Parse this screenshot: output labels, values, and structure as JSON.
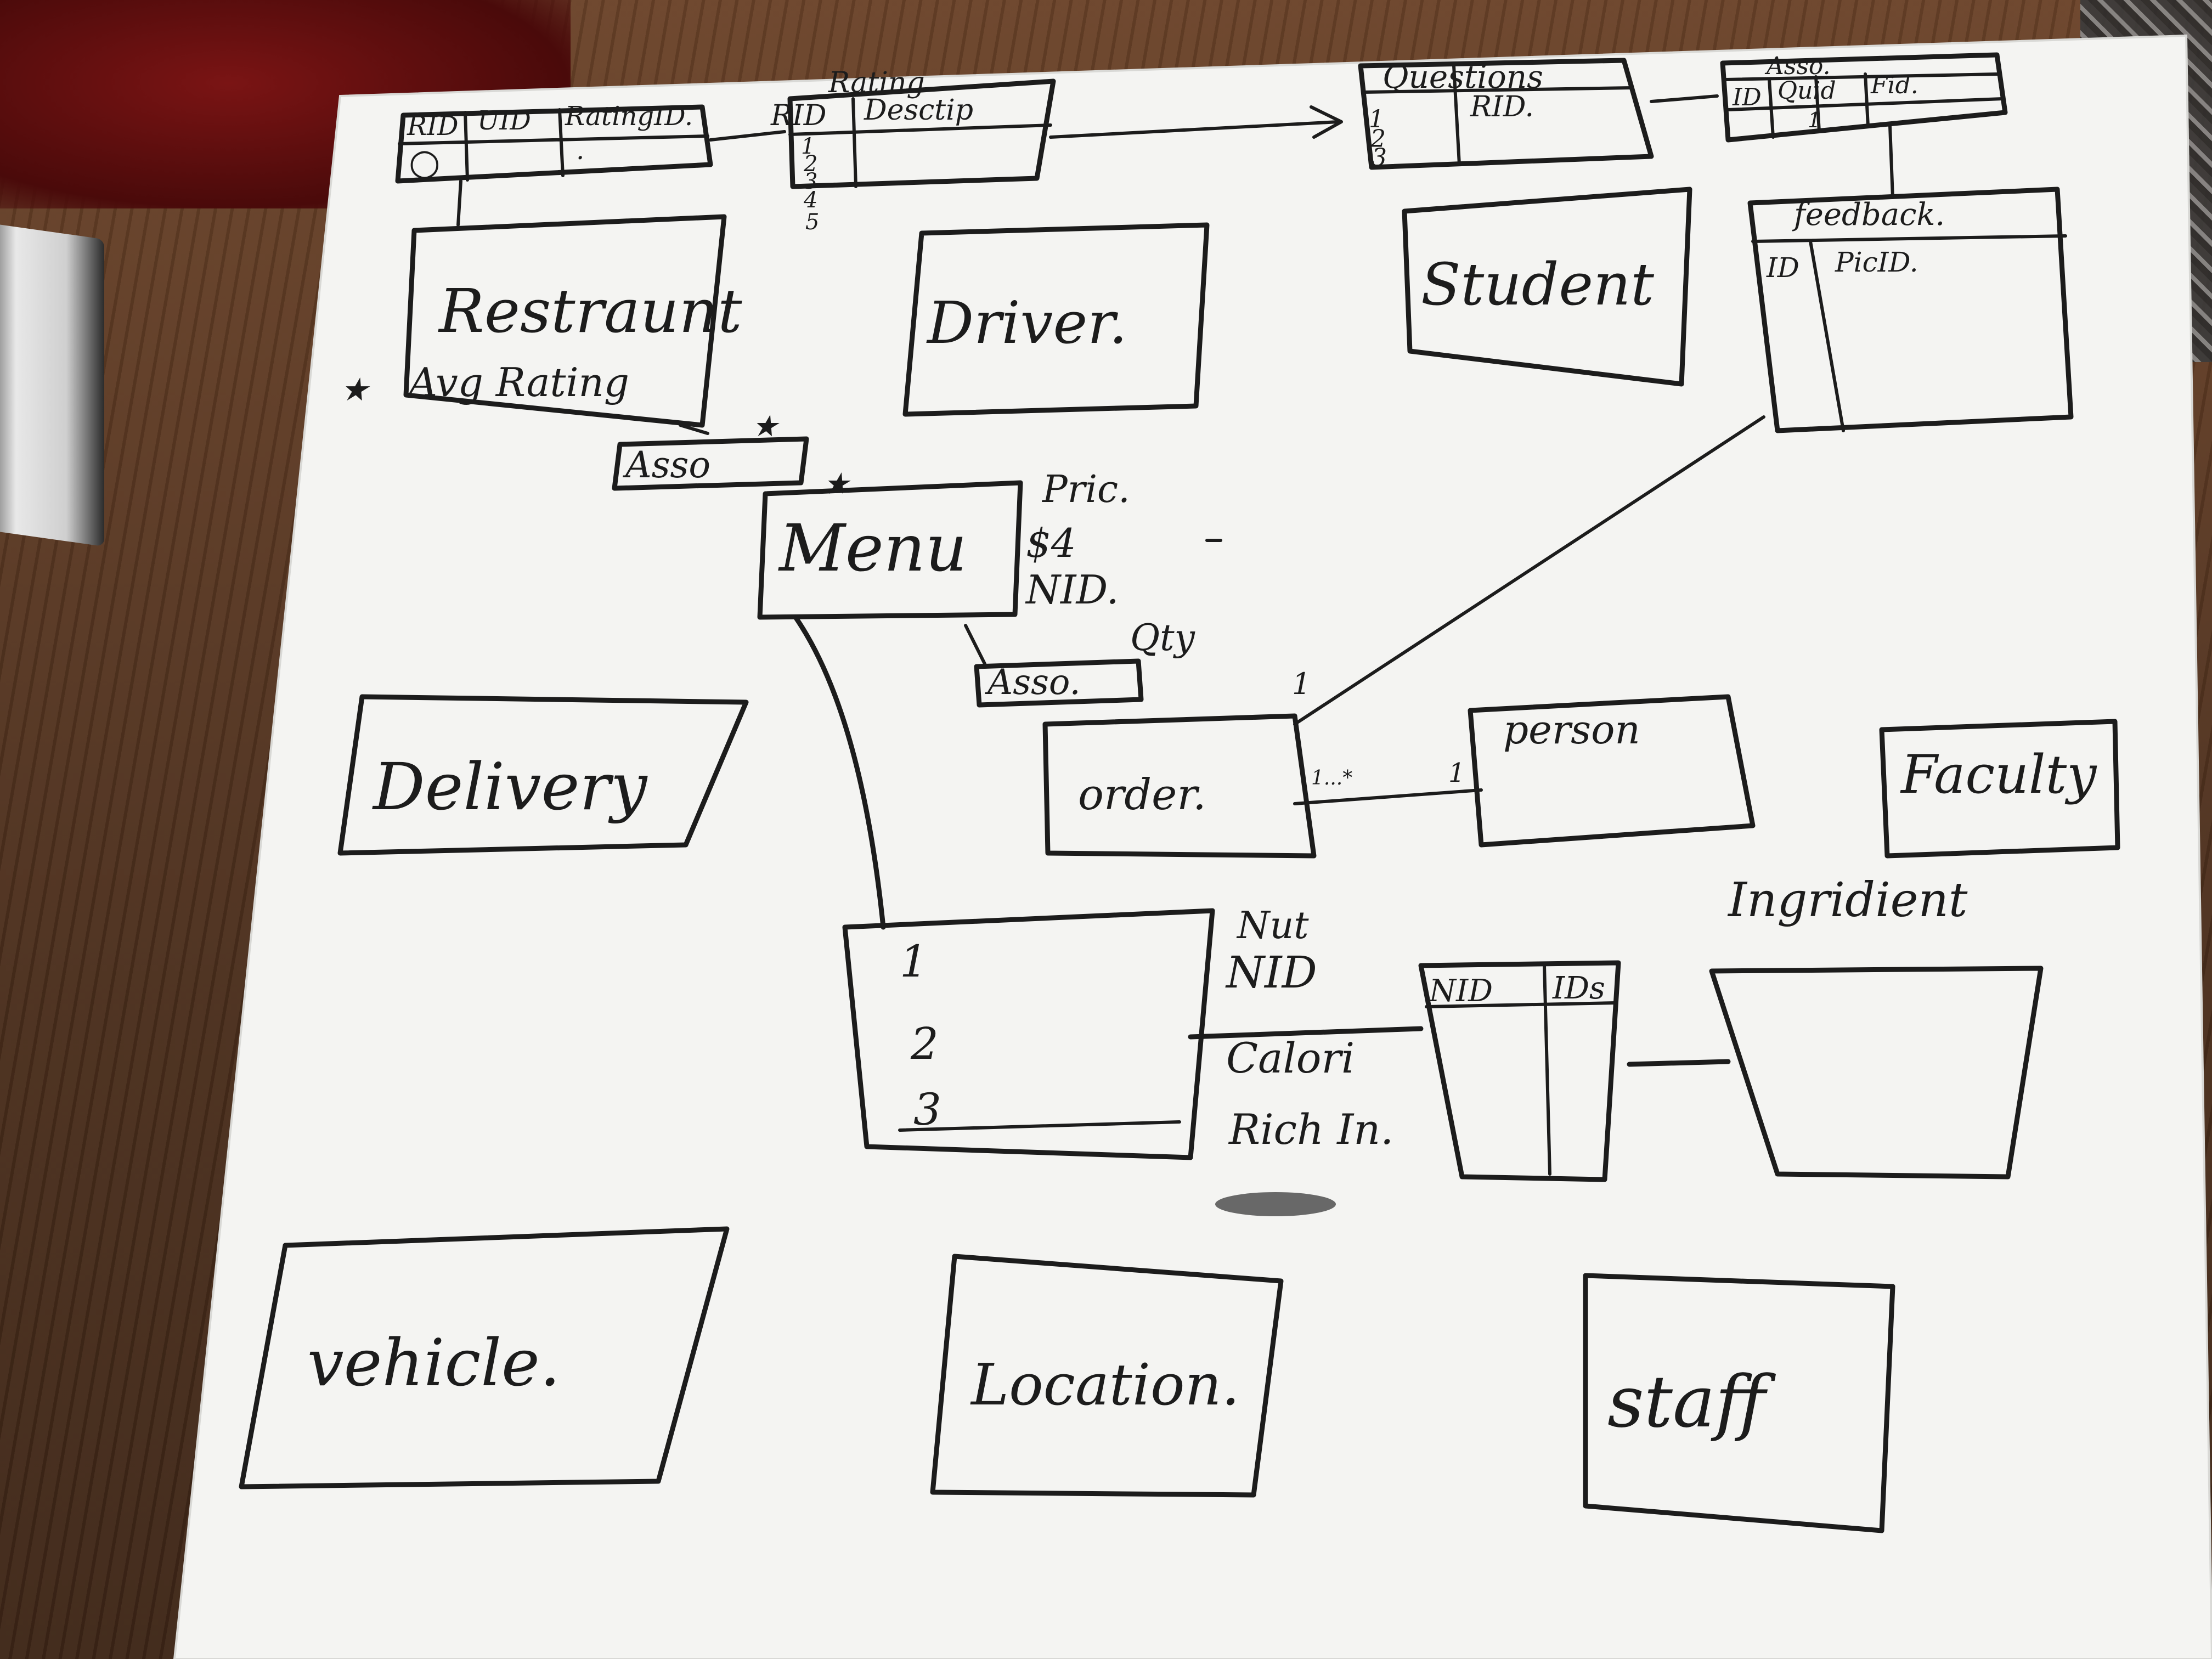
{
  "entities": {
    "restaurant": "Restraunt",
    "driver": "Driver.",
    "student": "Student",
    "menu": "Menu",
    "delivery": "Delivery",
    "order": "order.",
    "person": "person",
    "faculty": "Faculty",
    "vehicle": "vehicle.",
    "location": "Location.",
    "staff": "staff",
    "ingredient": "Ingridient"
  },
  "tables": {
    "restaurant_rating": {
      "headers": [
        "RID",
        "UID",
        "RatingID."
      ],
      "row": [
        "○",
        "",
        "."
      ]
    },
    "rating": {
      "title": "Rating",
      "headers": [
        "RID",
        "Desctip"
      ],
      "rows": [
        "1",
        "2",
        "3",
        "4",
        "5"
      ]
    },
    "questions": {
      "title": "Questions",
      "headers": [
        "",
        "RID."
      ],
      "rows": [
        "1",
        "2",
        "3"
      ]
    },
    "asso_feedback": {
      "title": "Asso.",
      "headers": [
        "ID",
        "Quid",
        "Fid."
      ],
      "row": [
        "",
        "1",
        ""
      ]
    },
    "feedback": {
      "title": "feedback.",
      "headers": [
        "ID",
        "PicID."
      ]
    },
    "nutrition_table": {
      "rows": [
        "1",
        "2",
        "3"
      ]
    },
    "nid_table": {
      "headers": [
        "NID",
        "IDs"
      ]
    }
  },
  "labels": {
    "avg_rating": "Avg Rating",
    "asso_restaurant_menu": "Asso",
    "asso_menu_order": "Asso.",
    "price": "Pric.",
    "price_value": "$4",
    "nid": "NID.",
    "qty": "Qty",
    "star": "★",
    "mult_order_feedback": "1",
    "mult_order_side": "1...*",
    "mult_person_side": "1",
    "nut": "Nut",
    "nut_nid": "NID",
    "calori": "Calori",
    "rich_in": "Rich In."
  }
}
